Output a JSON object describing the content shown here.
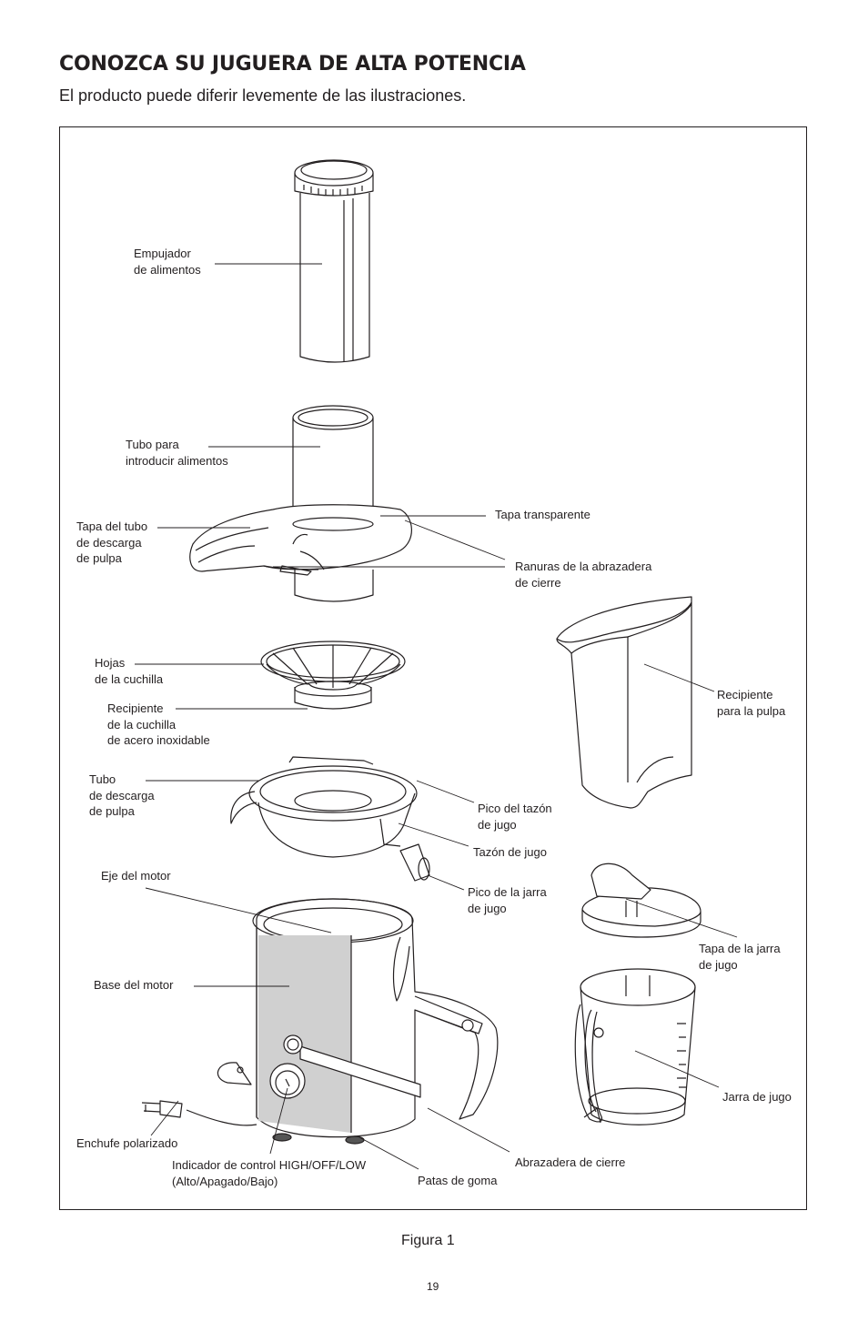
{
  "header": {
    "title": "CONOZCA SU JUGUERA DE ALTA POTENCIA",
    "subtitle": "El producto puede diferir levemente de las ilustraciones."
  },
  "labels": {
    "food_pusher": [
      "Empujador",
      "de alimentos"
    ],
    "feed_tube": [
      "Tubo para",
      "introducir alimentos"
    ],
    "pulp_spout_cover": [
      "Tapa del tubo",
      "de descarga",
      "de pulpa"
    ],
    "clear_cover": "Tapa transparente",
    "locking_arm_slots": [
      "Ranuras de la abrazadera",
      "de cierre"
    ],
    "blades": [
      "Hojas",
      "de la cuchilla"
    ],
    "blade_basket": [
      "Recipiente",
      "de la cuchilla",
      "de acero inoxidable"
    ],
    "pulp_container": [
      "Recipiente",
      "para la pulpa"
    ],
    "pulp_spout": [
      "Tubo",
      "de descarga",
      "de pulpa"
    ],
    "bowl_spout": [
      "Pico del tazón",
      "de jugo"
    ],
    "juice_bowl": "Tazón de jugo",
    "jug_spout": [
      "Pico de la jarra",
      "de jugo"
    ],
    "motor_shaft": "Eje del motor",
    "jug_lid": [
      "Tapa de la jarra",
      "de jugo"
    ],
    "motor_base": "Base del motor",
    "juice_jug": "Jarra de jugo",
    "plug": "Enchufe polarizado",
    "control_knob": [
      "Indicador de control HIGH/OFF/LOW",
      "(Alto/Apagado/Bajo)"
    ],
    "locking_arm": "Abrazadera de cierre",
    "rubber_feet": "Patas de goma"
  },
  "footer": {
    "caption": "Figura 1",
    "page_number": "19"
  }
}
